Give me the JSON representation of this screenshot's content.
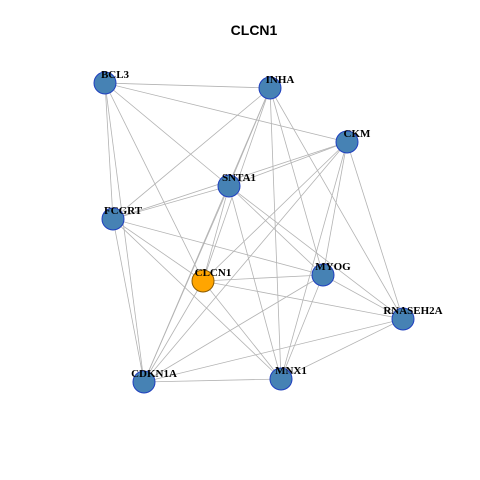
{
  "title": "CLCN1",
  "colors": {
    "node_fill": "#4682b4",
    "node_stroke": "#1f3fbf",
    "focus_fill": "#ffa500",
    "focus_stroke": "#8a5a00",
    "edge": "#b3b3b3"
  },
  "nodes": [
    {
      "id": "BCL3",
      "label": "BCL3",
      "focus": false
    },
    {
      "id": "INHA",
      "label": "INHA",
      "focus": false
    },
    {
      "id": "CKM",
      "label": "CKM",
      "focus": false
    },
    {
      "id": "SNTA1",
      "label": "SNTA1",
      "focus": false
    },
    {
      "id": "FCGRT",
      "label": "FCGRT",
      "focus": false
    },
    {
      "id": "CLCN1",
      "label": "CLCN1",
      "focus": true
    },
    {
      "id": "MYOG",
      "label": "MYOG",
      "focus": false
    },
    {
      "id": "RNASEH2A",
      "label": "RNASEH2A",
      "focus": false
    },
    {
      "id": "CDKN1A",
      "label": "CDKN1A",
      "focus": false
    },
    {
      "id": "MNX1",
      "label": "MNX1",
      "focus": false
    }
  ],
  "edges": [
    [
      "BCL3",
      "INHA"
    ],
    [
      "BCL3",
      "CKM"
    ],
    [
      "BCL3",
      "SNTA1"
    ],
    [
      "BCL3",
      "FCGRT"
    ],
    [
      "BCL3",
      "CLCN1"
    ],
    [
      "BCL3",
      "CDKN1A"
    ],
    [
      "INHA",
      "FCGRT"
    ],
    [
      "INHA",
      "SNTA1"
    ],
    [
      "INHA",
      "CLCN1"
    ],
    [
      "INHA",
      "MYOG"
    ],
    [
      "INHA",
      "RNASEH2A"
    ],
    [
      "INHA",
      "MNX1"
    ],
    [
      "INHA",
      "CDKN1A"
    ],
    [
      "CKM",
      "SNTA1"
    ],
    [
      "CKM",
      "FCGRT"
    ],
    [
      "CKM",
      "CLCN1"
    ],
    [
      "CKM",
      "MYOG"
    ],
    [
      "CKM",
      "RNASEH2A"
    ],
    [
      "CKM",
      "MNX1"
    ],
    [
      "CKM",
      "CDKN1A"
    ],
    [
      "SNTA1",
      "FCGRT"
    ],
    [
      "SNTA1",
      "CLCN1"
    ],
    [
      "SNTA1",
      "MYOG"
    ],
    [
      "SNTA1",
      "RNASEH2A"
    ],
    [
      "SNTA1",
      "MNX1"
    ],
    [
      "SNTA1",
      "CDKN1A"
    ],
    [
      "FCGRT",
      "MYOG"
    ],
    [
      "FCGRT",
      "CDKN1A"
    ],
    [
      "FCGRT",
      "MNX1"
    ],
    [
      "FCGRT",
      "CLCN1"
    ],
    [
      "CLCN1",
      "MYOG"
    ],
    [
      "CLCN1",
      "RNASEH2A"
    ],
    [
      "CLCN1",
      "MNX1"
    ],
    [
      "CLCN1",
      "CDKN1A"
    ],
    [
      "MYOG",
      "RNASEH2A"
    ],
    [
      "MYOG",
      "MNX1"
    ],
    [
      "MYOG",
      "CDKN1A"
    ],
    [
      "RNASEH2A",
      "MNX1"
    ],
    [
      "RNASEH2A",
      "CDKN1A"
    ],
    [
      "CDKN1A",
      "MNX1"
    ]
  ]
}
